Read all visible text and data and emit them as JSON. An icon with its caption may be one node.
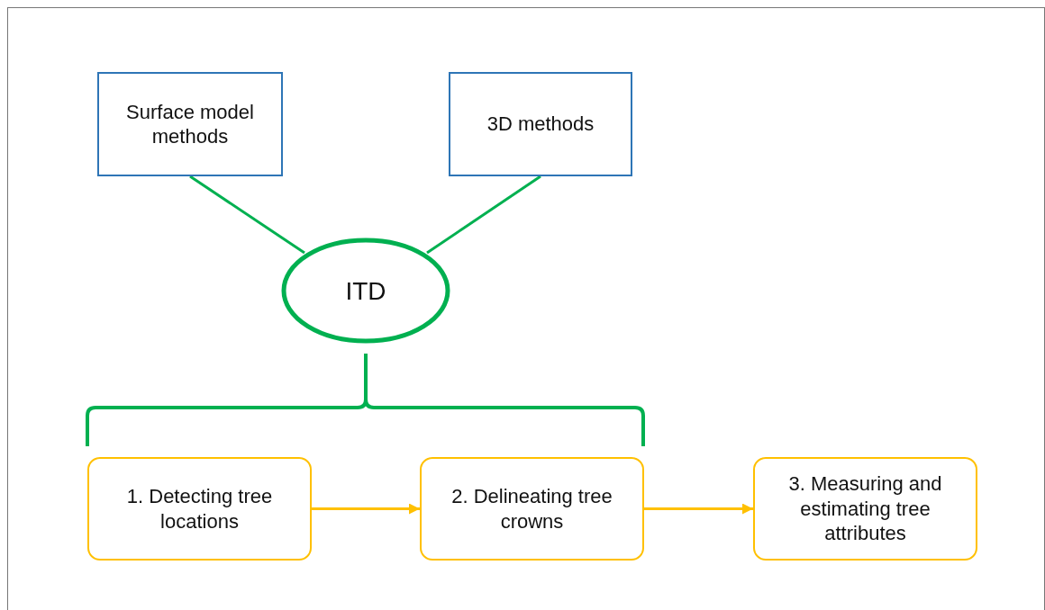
{
  "diagram": {
    "nodes": [
      {
        "text": [
          "Surface model methods"
        ]
      },
      {
        "text": [
          "3D methods"
        ]
      },
      {
        "text": [
          "ITD"
        ]
      },
      {
        "text": [
          "1. Detecting tree locations"
        ]
      },
      {
        "text": [
          "2. Delineating tree crowns"
        ]
      },
      {
        "text": [
          "3. Measuring and estimating tree attributes"
        ]
      }
    ],
    "edges": [
      {
        "from": 0,
        "to": 2,
        "arrow": "none",
        "color": "#00b050"
      },
      {
        "from": 1,
        "to": 2,
        "arrow": "none",
        "color": "#00b050"
      },
      {
        "from": 3,
        "to": 4,
        "arrow": "to",
        "color": "#ffc000"
      },
      {
        "from": 4,
        "to": 5,
        "arrow": "to",
        "color": "#ffc000"
      }
    ]
  }
}
